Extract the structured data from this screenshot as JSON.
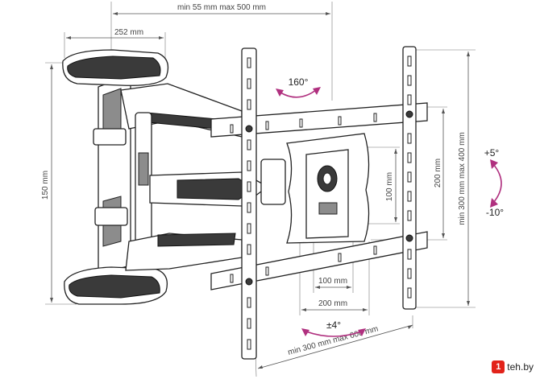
{
  "dimensions": {
    "top_depth": "min 55 mm max 500 mm",
    "arm_width": "252 mm",
    "height_left": "150 mm",
    "rail_height": "min 300 mm max 400 mm",
    "inner_200_v": "200 mm",
    "inner_100_v": "100 mm",
    "inner_100_h": "100 mm",
    "inner_200_h": "200 mm",
    "bottom_width": "min 300 mm max 600 mm"
  },
  "angles": {
    "swivel": "160°",
    "tilt_up": "+5°",
    "tilt_down": "-10°",
    "rotate": "±4°"
  },
  "logo": {
    "badge": "1",
    "text": "teh.by"
  },
  "colors": {
    "accent": "#b0307f",
    "logo_red": "#e2231a"
  }
}
